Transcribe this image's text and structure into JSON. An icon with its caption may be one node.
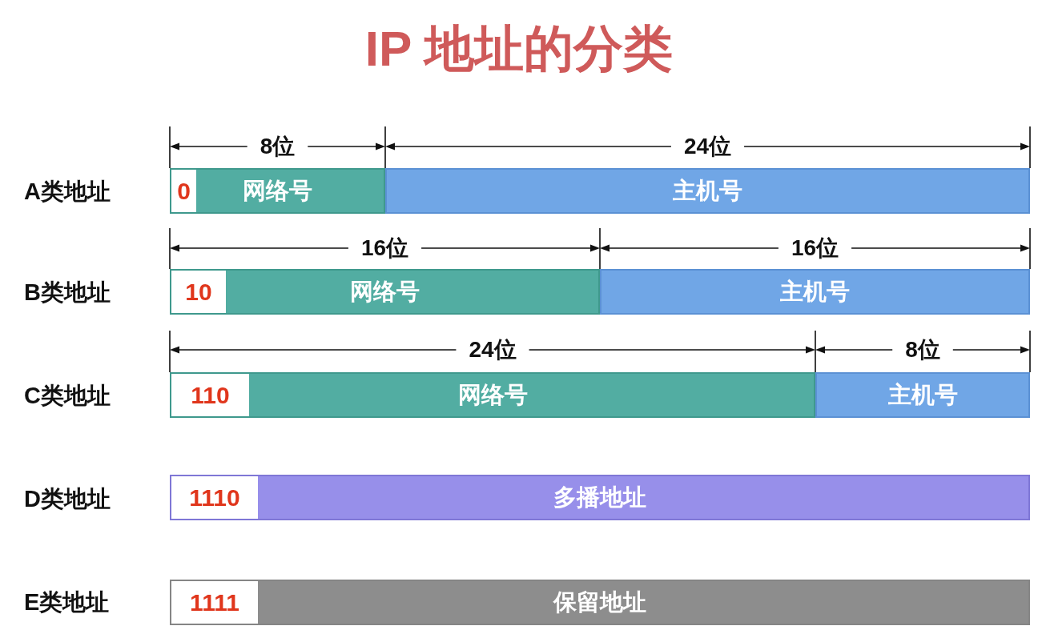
{
  "diagram": {
    "title": "IP 地址的分类",
    "nodes": [
      {
        "text": [
          "网络号"
        ]
      },
      {
        "text": [
          "0"
        ],
        "in": 0
      },
      {
        "text": [
          "主机号"
        ]
      },
      {
        "text": [
          "网络号"
        ]
      },
      {
        "text": [
          "10"
        ],
        "in": 3
      },
      {
        "text": [
          "主机号"
        ]
      },
      {
        "text": [
          "网络号"
        ]
      },
      {
        "text": [
          "110"
        ],
        "in": 6
      },
      {
        "text": [
          "主机号"
        ]
      },
      {
        "text": [
          "多播地址"
        ]
      },
      {
        "text": [
          "1110"
        ],
        "in": 9
      },
      {
        "text": [
          "保留地址"
        ]
      },
      {
        "text": [
          "1111"
        ],
        "in": 11
      }
    ],
    "labels": [
      "8位",
      "24位",
      "A类地址",
      "16位",
      "16位",
      "B类地址",
      "24位",
      "8位",
      "C类地址",
      "D类地址",
      "E类地址"
    ]
  }
}
